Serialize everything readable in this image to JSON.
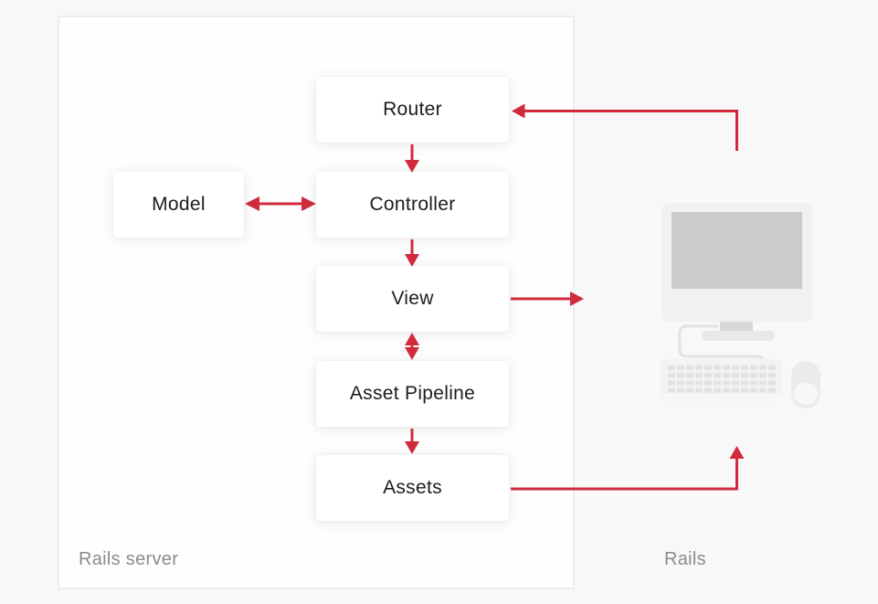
{
  "diagram": {
    "container_label": "Rails server",
    "client_label": "Rails",
    "nodes": [
      {
        "id": "router",
        "label": "Router"
      },
      {
        "id": "model",
        "label": "Model"
      },
      {
        "id": "controller",
        "label": "Controller"
      },
      {
        "id": "view",
        "label": "View"
      },
      {
        "id": "asset_pipeline",
        "label": "Asset Pipeline"
      },
      {
        "id": "assets",
        "label": "Assets"
      }
    ],
    "edges": [
      {
        "from": "browser",
        "to": "router",
        "bidirectional": false
      },
      {
        "from": "router",
        "to": "controller",
        "bidirectional": false
      },
      {
        "from": "model",
        "to": "controller",
        "bidirectional": true
      },
      {
        "from": "controller",
        "to": "view",
        "bidirectional": false
      },
      {
        "from": "view",
        "to": "asset_pipeline",
        "bidirectional": true
      },
      {
        "from": "asset_pipeline",
        "to": "assets",
        "bidirectional": false
      },
      {
        "from": "view",
        "to": "browser",
        "bidirectional": false
      },
      {
        "from": "assets",
        "to": "browser",
        "bidirectional": false
      }
    ],
    "icons": [
      {
        "name": "computer-icon",
        "meaning": "browser / client computer"
      }
    ],
    "colors": {
      "arrow_red": "#d02b3c",
      "node_background": "#ffffff",
      "container_border": "#ececec",
      "gray_label": "#8b8b8b",
      "page_background": "#f9f8f9"
    }
  }
}
